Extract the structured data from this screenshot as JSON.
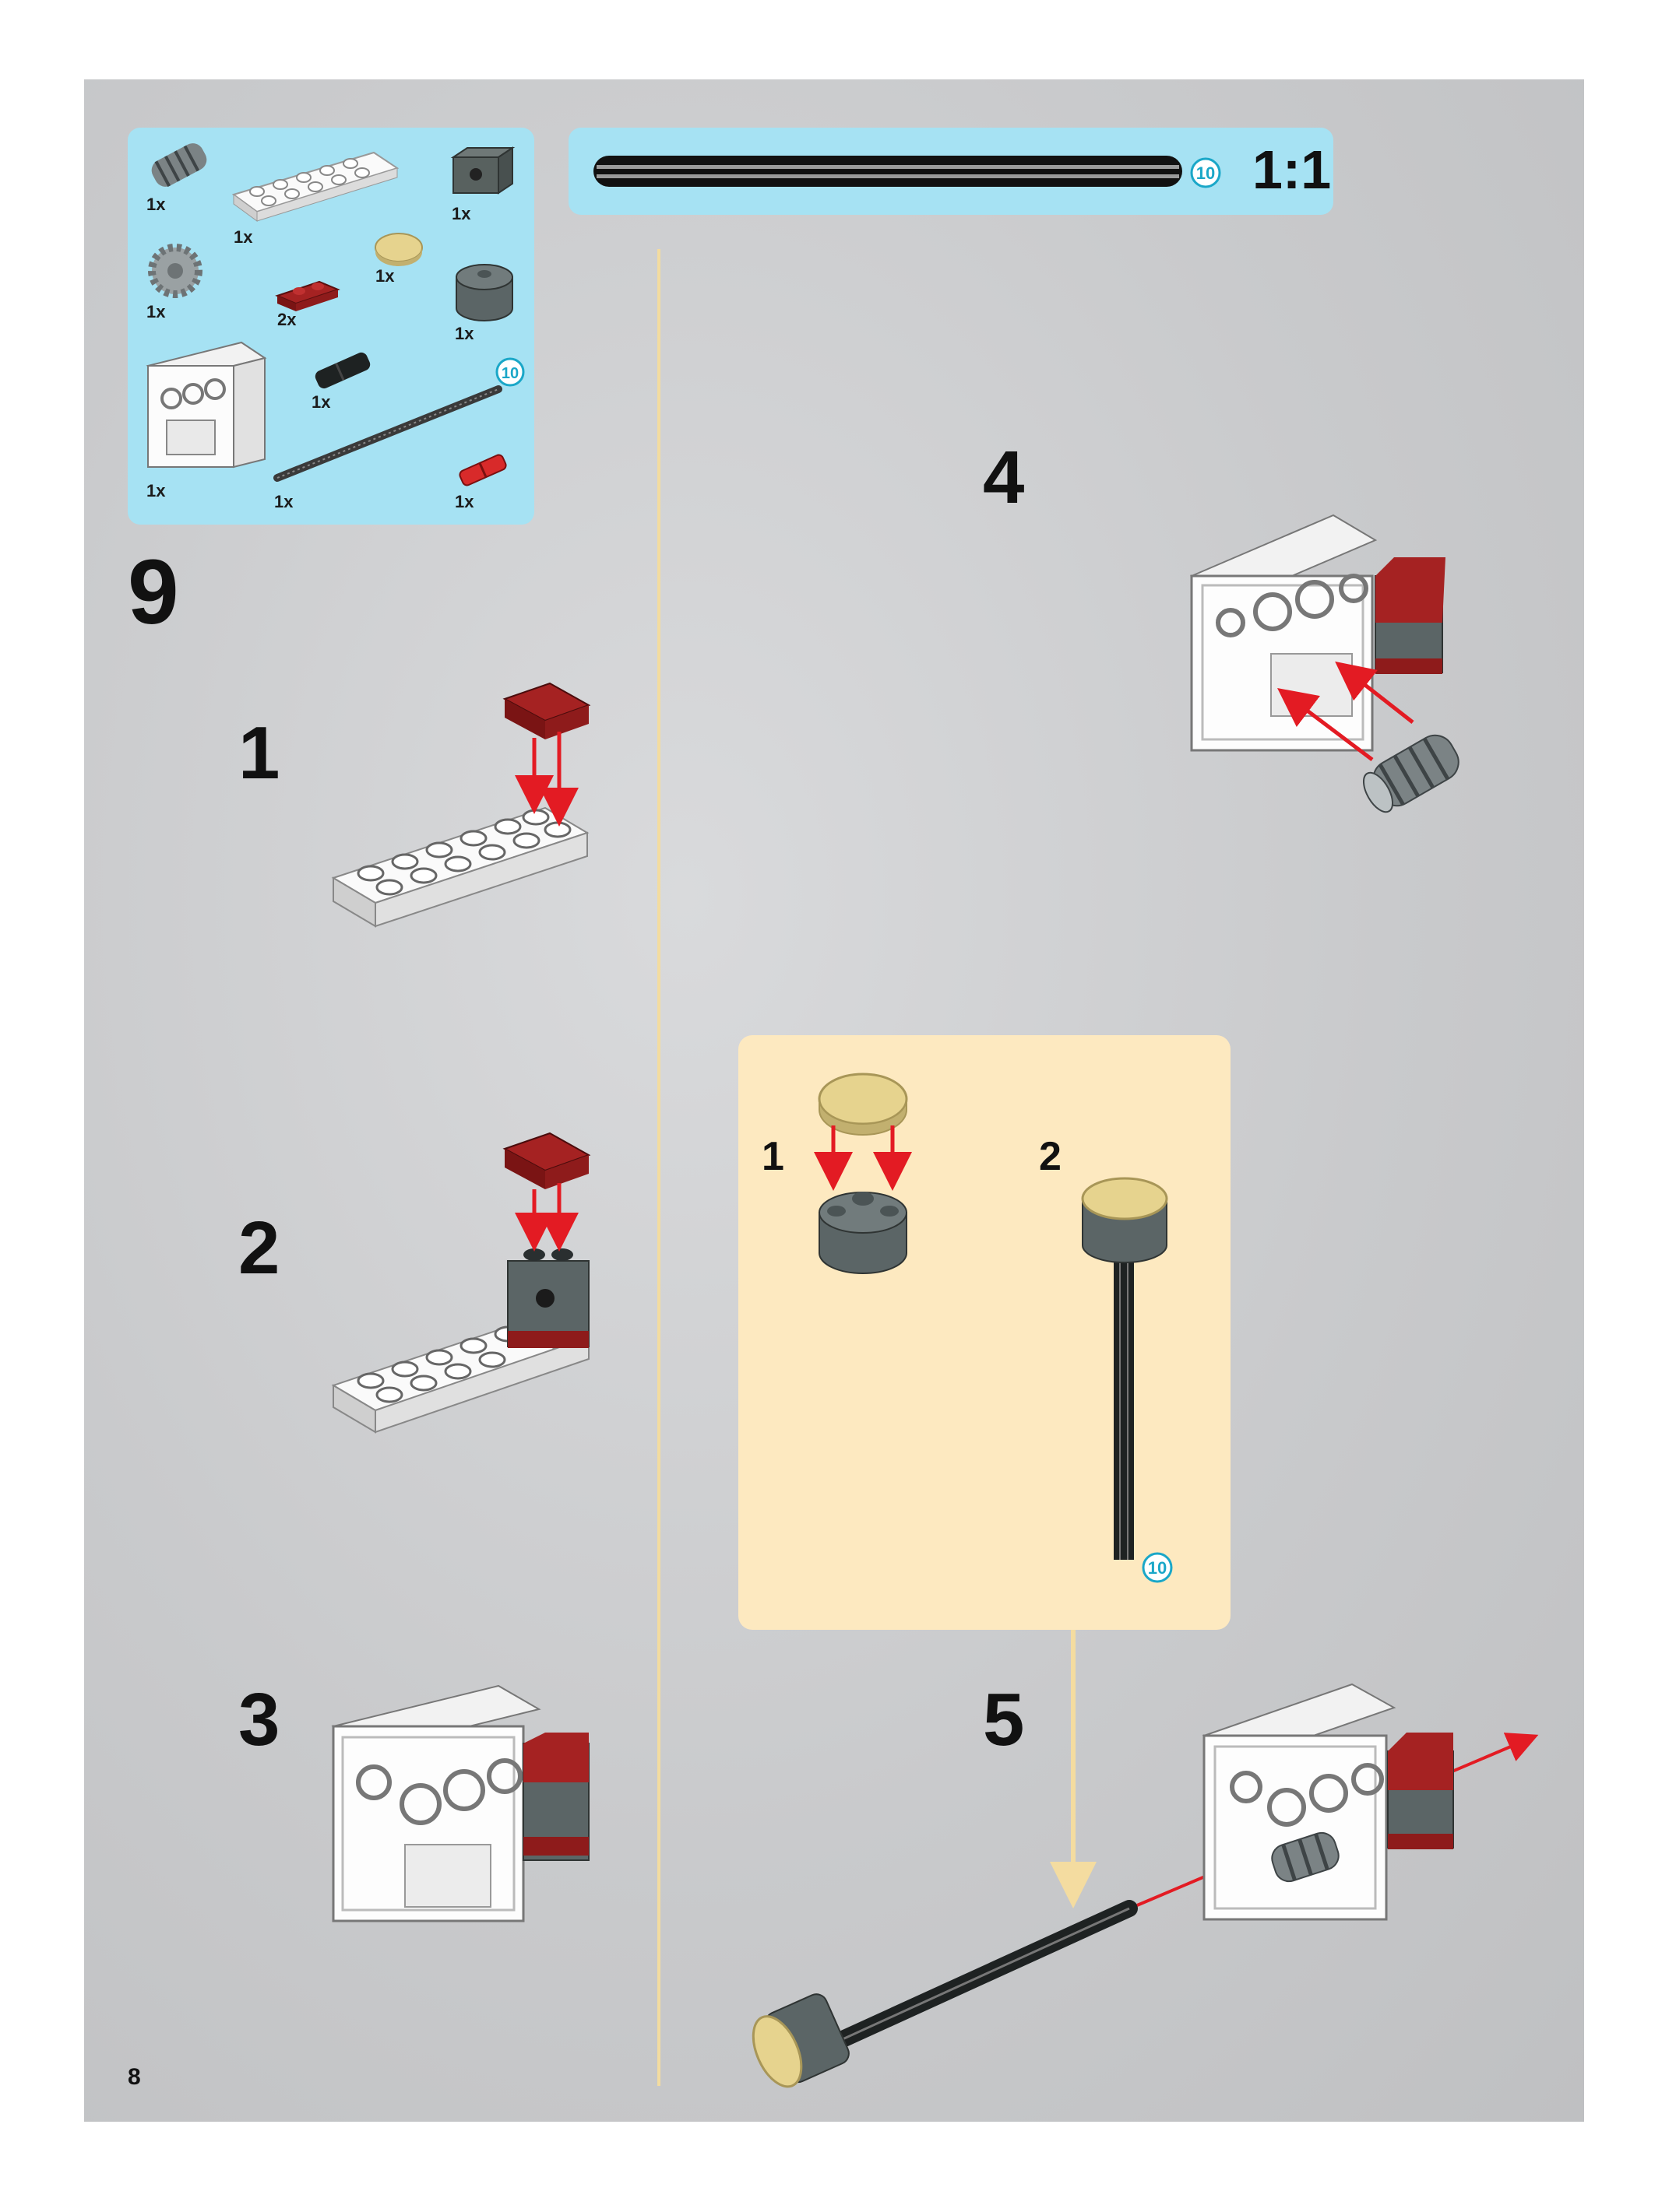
{
  "page": {
    "page_number": "8",
    "main_step": "9",
    "scale_label": "1:1"
  },
  "parts_list": {
    "items": [
      {
        "qty": "1x",
        "icon": "worm-gear-icon"
      },
      {
        "qty": "1x",
        "icon": "white-plate-2x6-icon"
      },
      {
        "qty": "1x",
        "icon": "dark-gray-technic-brick-icon"
      },
      {
        "qty": "1x",
        "icon": "gray-gear-icon"
      },
      {
        "qty": "2x",
        "icon": "red-plate-1x2-icon"
      },
      {
        "qty": "1x",
        "icon": "tan-round-tile-icon"
      },
      {
        "qty": "1x",
        "icon": "dark-gray-round-brick-icon"
      },
      {
        "qty": "1x",
        "icon": "gearbox-frame-icon"
      },
      {
        "qty": "1x",
        "icon": "black-axle-pin-icon"
      },
      {
        "qty": "1x",
        "icon": "axle-10-icon"
      },
      {
        "qty": "1x",
        "icon": "red-axle-pin-icon"
      }
    ],
    "axle_length_badge": "10"
  },
  "scale_bar": {
    "axle_length_badge": "10"
  },
  "steps": {
    "s1": "1",
    "s2": "2",
    "s3": "3",
    "s4": "4",
    "s5": "5"
  },
  "callout": {
    "step1": "1",
    "step2": "2",
    "axle_length_badge": "10"
  },
  "colors": {
    "panel_blue": "#a6e2f3",
    "callout_cream": "#fde9c0",
    "arrow_red": "#e31b23",
    "badge_cyan": "#1aa7c8",
    "brick_red": "#8e1b1b",
    "dark_gray": "#5b6566",
    "tan": "#e6d38e"
  }
}
